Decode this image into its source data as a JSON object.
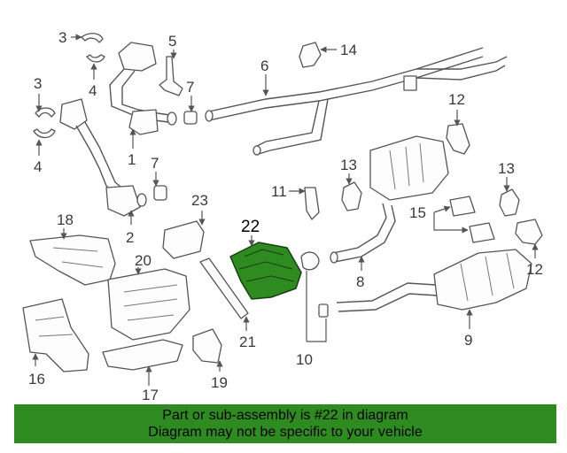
{
  "highlight_color": "#2e8b1f",
  "banner": {
    "line1": "Part or sub-assembly is #22 in diagram",
    "line2": "Diagram may not be specific to your vehicle"
  },
  "callouts": {
    "c1": "1",
    "c2": "2",
    "c3a": "3",
    "c3b": "3",
    "c4a": "4",
    "c4b": "4",
    "c5": "5",
    "c6": "6",
    "c7a": "7",
    "c7b": "7",
    "c8": "8",
    "c9": "9",
    "c10": "10",
    "c11": "11",
    "c12a": "12",
    "c12b": "12",
    "c13a": "13",
    "c13b": "13",
    "c14": "14",
    "c15": "15",
    "c16": "16",
    "c17": "17",
    "c18": "18",
    "c19": "19",
    "c20": "20",
    "c21": "21",
    "c22": "22",
    "c23": "23"
  }
}
